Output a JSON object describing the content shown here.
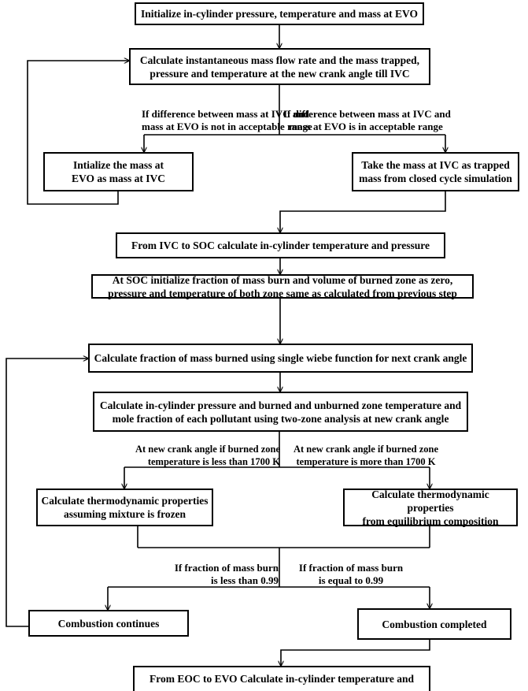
{
  "flowchart": {
    "steps": {
      "init_evo": {
        "lines": [
          "Initialize in-cylinder pressure, temperature and mass at EVO"
        ]
      },
      "mass_flow": {
        "lines": [
          "Calculate instantaneous  mass flow rate and the mass  trapped,",
          "pressure and temperature at the new crank  angle till IVC"
        ]
      },
      "init_mass_ivc": {
        "lines": [
          "Intialize the mass at",
          "EVO as mass at IVC"
        ]
      },
      "take_mass_ivc": {
        "lines": [
          "Take the mass at IVC as trapped",
          "mass from closed cycle simulation"
        ]
      },
      "ivc_soc": {
        "lines": [
          "From IVC to SOC calculate in-cylinder temperature and pressure"
        ]
      },
      "soc_init": {
        "lines": [
          "At SOC initialize fraction of mass burn and volume of burned zone as zero,",
          "pressure and temperature of both zone same as calculated from previous step"
        ]
      },
      "wiebe": {
        "lines": [
          "Calculate fraction of mass burned using single wiebe function for next crank angle"
        ]
      },
      "two_zone": {
        "lines": [
          "Calculate in-cylinder pressure  and burned and unburned zone temperature and",
          "mole fraction of each pollutant using two-zone analysis at new crank angle"
        ]
      },
      "frozen": {
        "lines": [
          "Calculate thermodynamic properties",
          "assuming mixture is frozen"
        ]
      },
      "equilibrium": {
        "lines": [
          "Calculate thermodynamic properties",
          "from equilibrium composition"
        ]
      },
      "continues": {
        "lines": [
          "Combustion continues"
        ]
      },
      "completed": {
        "lines": [
          "Combustion completed"
        ]
      },
      "eoc_evo": {
        "lines": [
          "From  EOC to EVO Calculate in-cylinder temperature and"
        ]
      }
    },
    "conditions": {
      "mass_not_ok": {
        "lines": [
          "If difference between mass at IVC and",
          "mass at EVO is not in acceptable range"
        ]
      },
      "mass_ok": {
        "lines": [
          "If difference between mass at IVC and",
          "mass at EVO is in acceptable range"
        ]
      },
      "temp_low": {
        "lines": [
          "At new crank angle if burned zone",
          "temperature is less than 1700 K"
        ]
      },
      "temp_high": {
        "lines": [
          "At new crank angle if burned zone",
          "temperature is more than 1700 K"
        ]
      },
      "burn_low": {
        "lines": [
          "If fraction of mass burn",
          "is less than 0.99"
        ]
      },
      "burn_done": {
        "lines": [
          "If fraction of mass burn",
          "is equal to 0.99"
        ]
      }
    }
  }
}
